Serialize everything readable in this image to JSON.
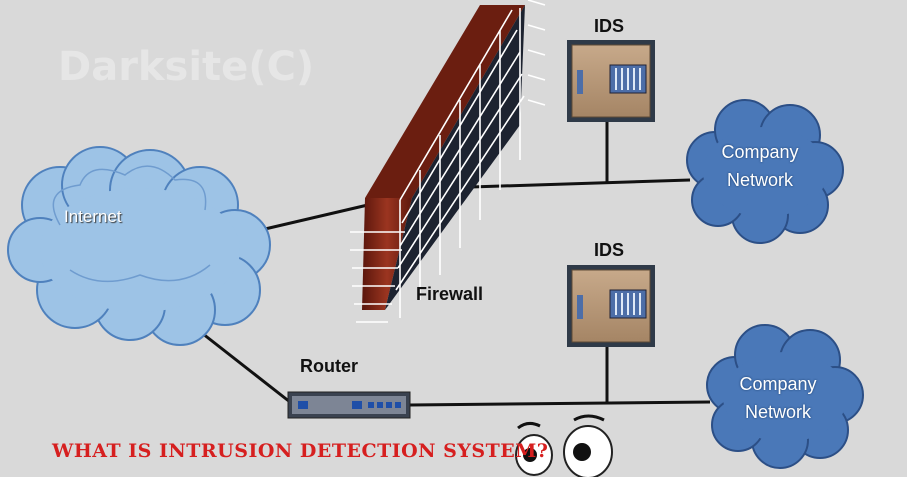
{
  "watermark": "Darksite(C)",
  "nodes": {
    "internet": "Internet",
    "firewall": "Firewall",
    "router": "Router",
    "ids_top": "IDS",
    "ids_bottom": "IDS",
    "company_top": [
      "Company",
      "Network"
    ],
    "company_bottom": [
      "Company",
      "Network"
    ]
  },
  "caption": "WHAT IS INTRUSION DETECTION SYSTEM?",
  "colors": {
    "background": "#d9d9d9",
    "internet_cloud": "#9dc3e6",
    "company_cloud": "#4a78b8",
    "firewall_brick": "#8b2a1a",
    "caption": "#d61f1f"
  }
}
